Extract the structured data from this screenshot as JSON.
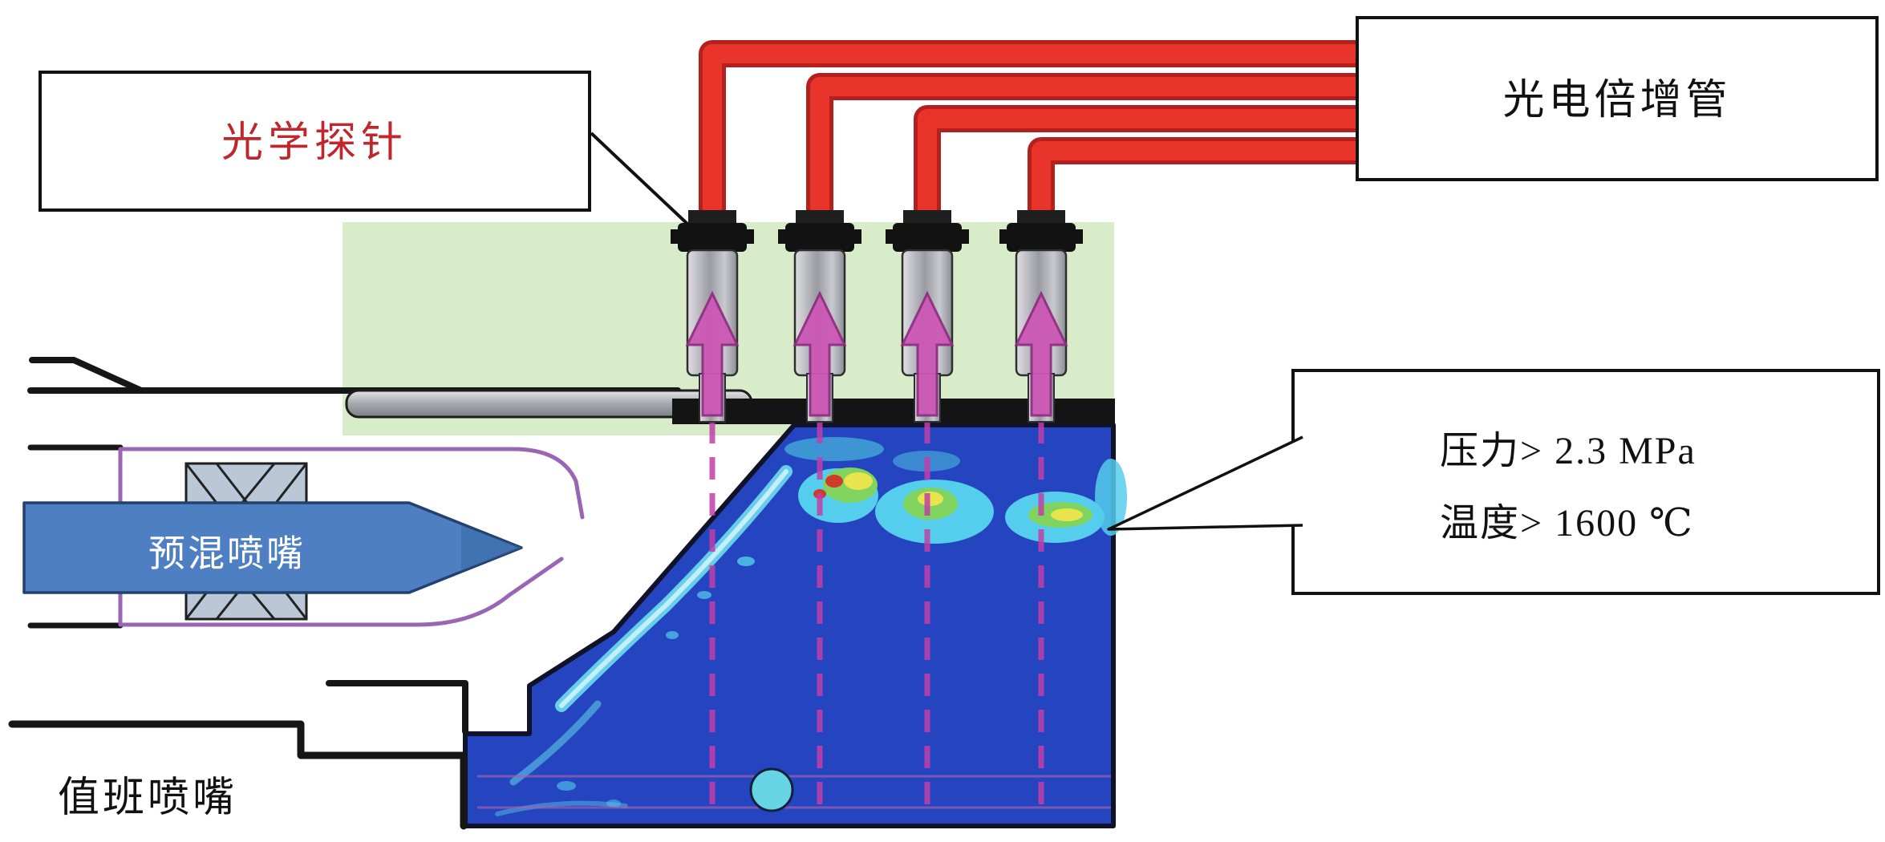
{
  "annotations": {
    "optical_probe": {
      "label": "光学探针",
      "color": "#c0272d"
    },
    "photomultiplier": {
      "label": "光电倍增管"
    },
    "conditions": {
      "pressure": "压力> 2.3 MPa",
      "temperature": "温度> 1600 ℃"
    },
    "premix_nozzle": {
      "label": "预混喷嘴"
    },
    "pilot_nozzle": {
      "label": "值班喷嘴"
    }
  },
  "probes": {
    "count": 4
  },
  "colors": {
    "fiber_cable_red": "#e8342a",
    "arrow_magenta": "#cd58b6",
    "dashed_line_magenta": "#c23fa9",
    "combustor_blue": "#2545c0",
    "flame_cyan": "#55cdec",
    "flame_green": "#7fd35e",
    "flame_yellow": "#e8e44e",
    "flame_red": "#d03a28",
    "panel_green": "#d9ecca",
    "nozzle_blue": "#4d7fc2"
  }
}
